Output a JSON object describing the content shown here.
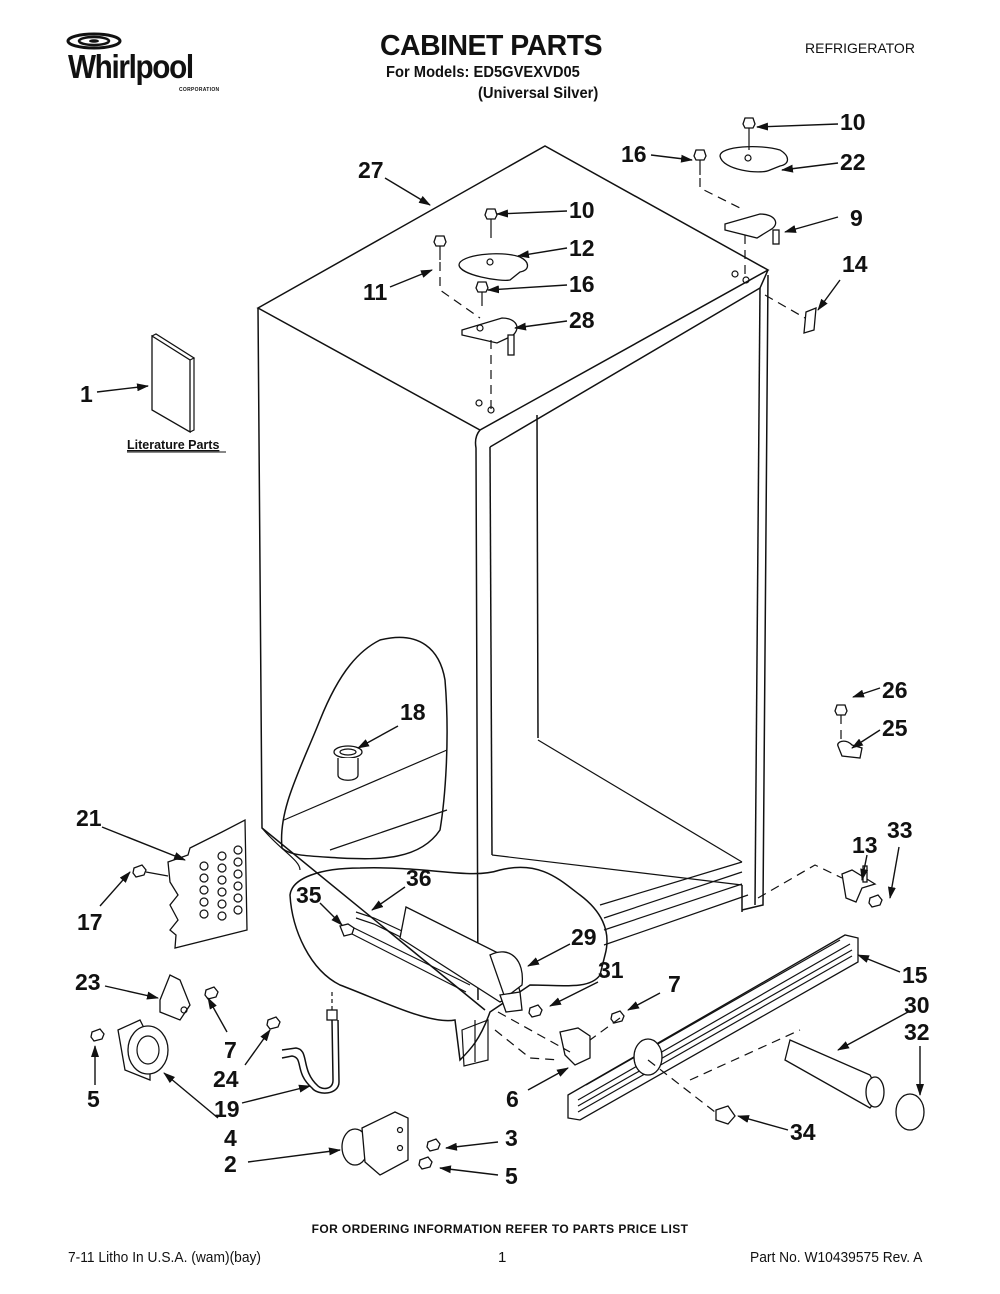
{
  "header": {
    "brand": "Whirlpool",
    "brand_sub": "CORPORATION",
    "title": "CABINET PARTS",
    "models_line": "For Models: ED5GVEXVD05",
    "variant": "(Universal Silver)",
    "category": "REFRIGERATOR"
  },
  "diagram": {
    "literature_label": "Literature Parts",
    "callouts": {
      "c1": "1",
      "c2": "2",
      "c3": "3",
      "c4": "4",
      "c5a": "5",
      "c5b": "5",
      "c6": "6",
      "c7a": "7",
      "c7b": "7",
      "c9": "9",
      "c10a": "10",
      "c10b": "10",
      "c11": "11",
      "c12": "12",
      "c13": "13",
      "c14": "14",
      "c15": "15",
      "c16a": "16",
      "c16b": "16",
      "c17": "17",
      "c18": "18",
      "c19": "19",
      "c21": "21",
      "c22": "22",
      "c23": "23",
      "c24": "24",
      "c25": "25",
      "c26": "26",
      "c27": "27",
      "c28": "28",
      "c29": "29",
      "c30": "30",
      "c31": "31",
      "c32": "32",
      "c33": "33",
      "c34": "34",
      "c35": "35",
      "c36": "36"
    }
  },
  "footer": {
    "order_note": "FOR ORDERING INFORMATION REFER TO PARTS PRICE LIST",
    "litho": "7-11 Litho In U.S.A. (wam)(bay)",
    "page": "1",
    "part_no": "Part No. W10439575 Rev. A"
  }
}
